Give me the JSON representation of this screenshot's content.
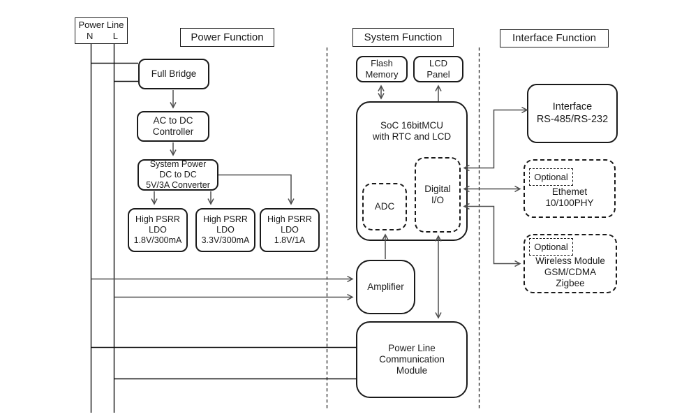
{
  "titles": {
    "power": "Power Function",
    "system": "System Function",
    "interface": "Interface Function"
  },
  "power": {
    "power_line": {
      "title": "Power Line",
      "n": "N",
      "l": "L"
    },
    "full_bridge": {
      "lines": [
        "Full Bridge"
      ]
    },
    "ac_dc": {
      "lines": [
        "AC to DC",
        "Controller"
      ]
    },
    "system_power": {
      "lines": [
        "System Power",
        "DC to DC",
        "5V/3A Converter"
      ]
    },
    "ldo1": {
      "lines": [
        "High PSRR",
        "LDO",
        "1.8V/300mA"
      ]
    },
    "ldo2": {
      "lines": [
        "High PSRR",
        "LDO",
        "3.3V/300mA"
      ]
    },
    "ldo3": {
      "lines": [
        "High PSRR",
        "LDO",
        "1.8V/1A"
      ]
    }
  },
  "system": {
    "flash": {
      "lines": [
        "Flash",
        "Memory"
      ]
    },
    "lcd": {
      "lines": [
        "LCD",
        "Panel"
      ]
    },
    "soc": {
      "lines": [
        "SoC 16bitMCU",
        "with RTC and LCD"
      ]
    },
    "adc": {
      "label": "ADC"
    },
    "digital_io": {
      "lines": [
        "Digital",
        "I/O"
      ]
    },
    "amplifier": {
      "label": "Amplifier"
    },
    "plc": {
      "lines": [
        "Power Line",
        "Communication",
        "Module"
      ]
    }
  },
  "interface": {
    "rs": {
      "lines": [
        "Interface",
        "RS-485/RS-232"
      ]
    },
    "ethernet": {
      "optional_label": "Optional",
      "lines": [
        "Ethemet",
        "10/100PHY"
      ]
    },
    "wireless": {
      "optional_label": "Optional",
      "lines": [
        "Wireless Module",
        "GSM/CDMA",
        "Zigbee"
      ]
    }
  },
  "colors": {
    "background": "#ffffff",
    "box_border": "#1a1a1a",
    "text": "#1a1a1a",
    "arrow_gray": "#4d4d4d",
    "line_black": "#111111"
  }
}
